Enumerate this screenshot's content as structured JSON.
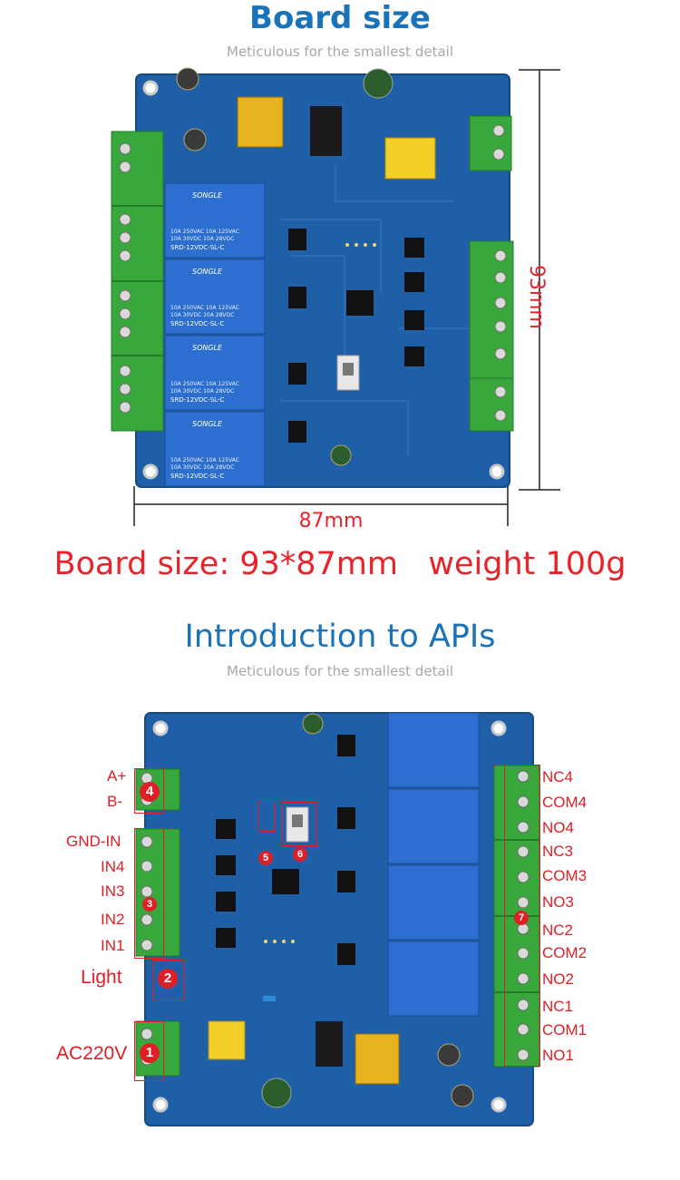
{
  "section1": {
    "title": "Board size",
    "subtitle": "Meticulous for the smallest detail",
    "height_label": "93mm",
    "width_label": "87mm",
    "summary": "Board size: 93*87mm   weight 100g"
  },
  "section2": {
    "title": "Introduction to APIs",
    "subtitle": "Meticulous for the smallest detail",
    "left_labels": [
      "A+",
      "B-",
      "GND-IN",
      "IN4",
      "IN3",
      "IN2",
      "IN1",
      "Light",
      "AC220V"
    ],
    "right_labels": [
      "NC4",
      "COM4",
      "NO4",
      "NC3",
      "COM3",
      "NO3",
      "NC2",
      "COM2",
      "NO2",
      "NC1",
      "COM1",
      "NO1"
    ],
    "badges": [
      "1",
      "2",
      "3",
      "4",
      "5",
      "6",
      "7"
    ]
  },
  "relay_text": {
    "brand": "SONGLE",
    "line1": "10A 250VAC  10A 125VAC",
    "line2": "10A  30VDC  10A  28VDC",
    "model": "SRD-12VDC-SL-C"
  },
  "colors": {
    "title_blue": "#1a72b8",
    "accent_red": "#e01e26",
    "pcb_blue": "#1e5fa8",
    "relay_blue": "#2c6fd0",
    "terminal_green": "#38a83c"
  }
}
